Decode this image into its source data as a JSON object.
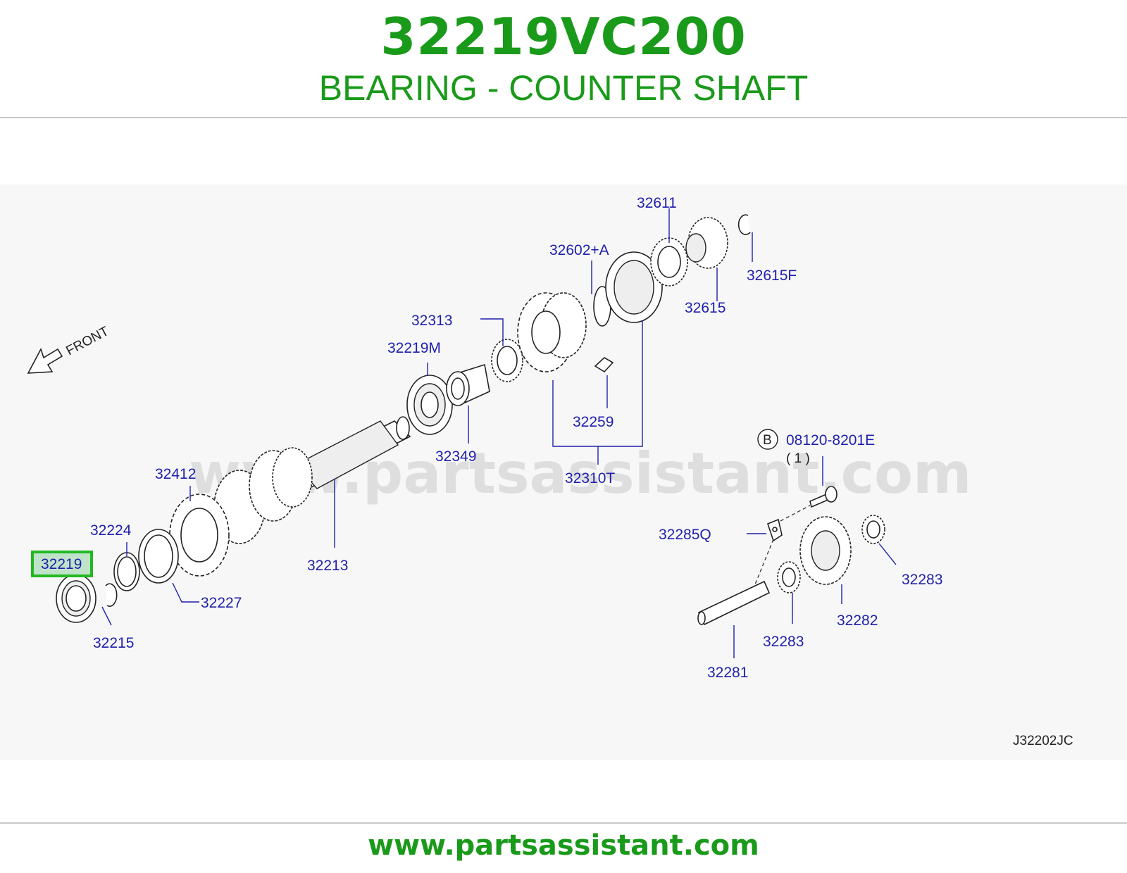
{
  "header": {
    "part_number": "32219VC200",
    "part_name": "BEARING - COUNTER SHAFT"
  },
  "diagram": {
    "front_label": "FRONT",
    "watermark": "www.partsassistant.com",
    "code": "J32202JC",
    "highlighted_part": "32219",
    "callouts": {
      "c32611": "32611",
      "c32602A": "32602+A",
      "c32615F": "32615F",
      "c32615": "32615",
      "c32313": "32313",
      "c32219M": "32219M",
      "c32349": "32349",
      "c32259": "32259",
      "c32310T": "32310T",
      "c32412": "32412",
      "c32213": "32213",
      "c32224": "32224",
      "c32219": "32219",
      "c32227": "32227",
      "c32215": "32215",
      "c08120": "08120-8201E",
      "c08120_qty": "( 1 )",
      "c08120_badge": "B",
      "c32285Q": "32285Q",
      "c32283a": "32283",
      "c32283b": "32283",
      "c32282": "32282",
      "c32281": "32281"
    }
  },
  "footer": {
    "url": "www.partsassistant.com"
  },
  "colors": {
    "brand_green": "#1a9a1a",
    "label_blue": "#1f1fae",
    "highlight_green": "#22b822",
    "highlight_fill": "#bfe3c9"
  }
}
